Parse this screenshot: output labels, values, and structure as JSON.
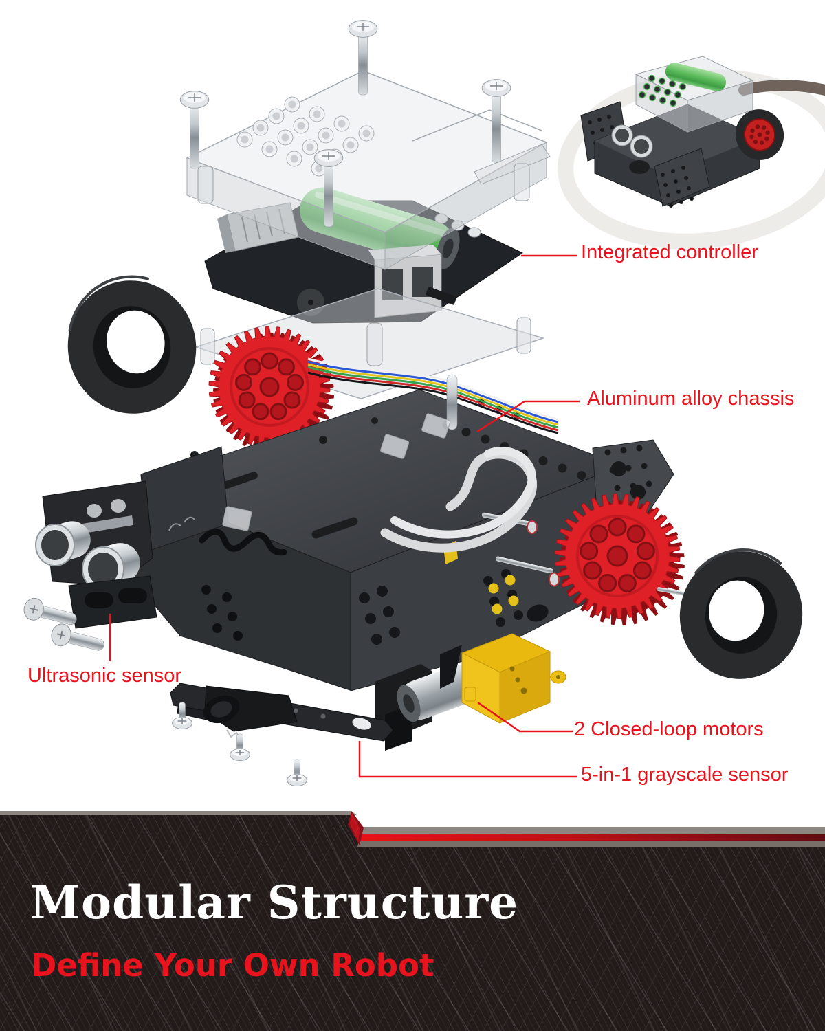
{
  "callouts": [
    {
      "label": "Integrated controller",
      "target": "controller-board"
    },
    {
      "label": "Aluminum alloy chassis",
      "target": "chassis"
    },
    {
      "label": "Ultrasonic sensor",
      "target": "ultrasonic-sensor"
    },
    {
      "label": "2 Closed-loop motors",
      "target": "motor"
    },
    {
      "label": "5-in-1 grayscale sensor",
      "target": "grayscale-sensor"
    }
  ],
  "banner": {
    "title": "Modular Structure",
    "subtitle": "Define Your Own Robot"
  },
  "colors": {
    "callout_red": "#e8131d",
    "banner_background": "#221b1a",
    "banner_title": "#ffffff",
    "banner_subtitle": "#e8131d",
    "accent_stripe_red": "#e8121b",
    "gear_red": "#df2026",
    "motor_yellow": "#e9b90f",
    "battery_green": "#67c066",
    "chassis_gray": "#3b3f44"
  }
}
